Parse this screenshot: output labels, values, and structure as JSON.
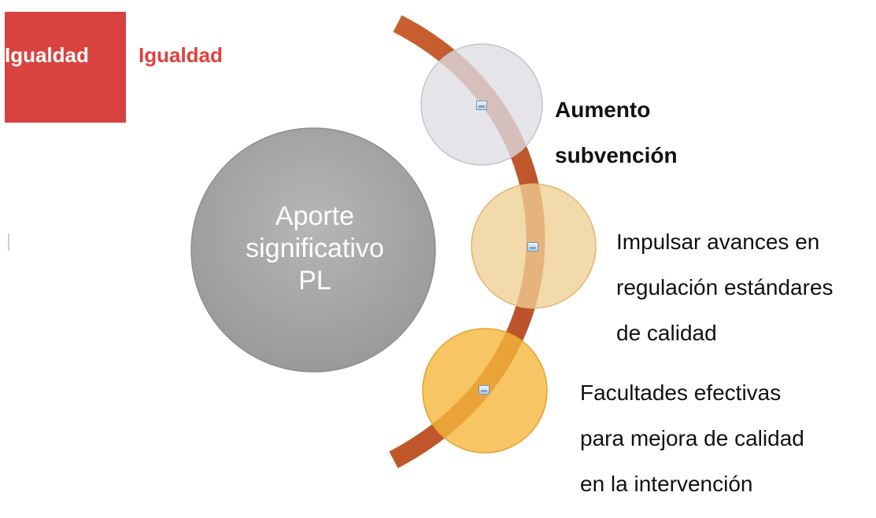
{
  "brand": {
    "logo_text_white": "Igualdad",
    "logo_text_red": "Igualdad",
    "color": "#d9433f"
  },
  "diagram": {
    "center": {
      "lines": [
        "Aporte",
        "significativo",
        "PL"
      ],
      "color": "#a9a8ab"
    },
    "arc_color": "#c95d2b",
    "items": [
      {
        "lines": [
          "Aumento",
          "subvención"
        ],
        "color": "#dcdde3",
        "icon": "image-placeholder-icon"
      },
      {
        "lines": [
          "Impulsar avances en",
          "regulación estándares",
          "de calidad"
        ],
        "color": "#efcf93",
        "icon": "image-placeholder-icon"
      },
      {
        "lines": [
          "Facultades efectivas",
          "para mejora de calidad",
          "en la intervención"
        ],
        "color": "#f5b63c",
        "icon": "image-placeholder-icon"
      }
    ]
  }
}
